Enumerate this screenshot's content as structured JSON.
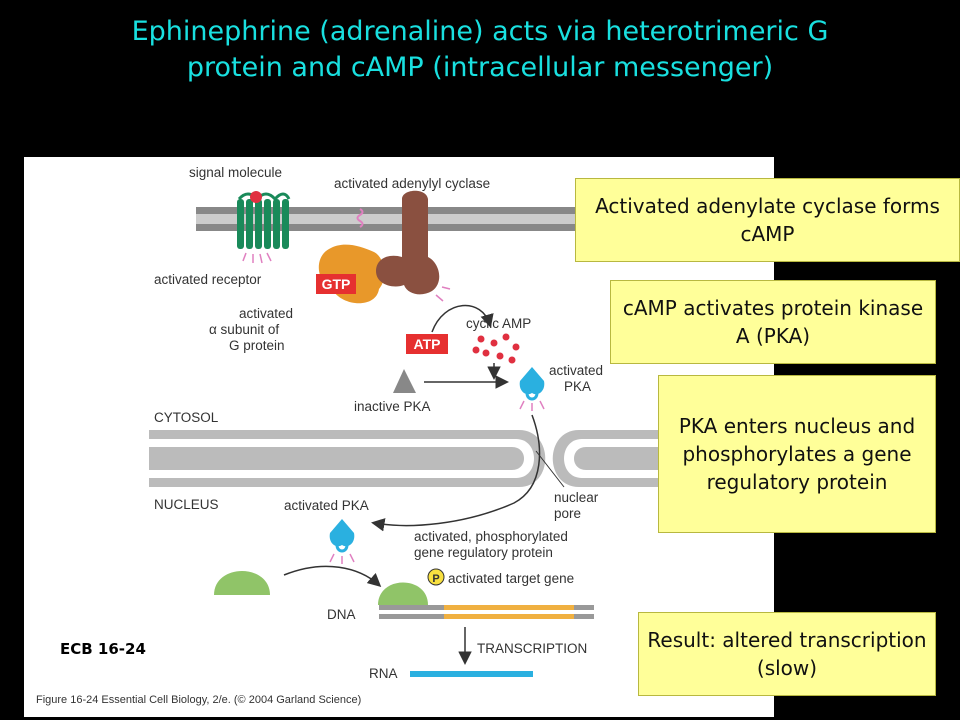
{
  "title": {
    "line1": "Ephinephrine (adrenaline) acts via heterotrimeric G",
    "line2": "protein and cAMP (intracellular messenger)"
  },
  "figure": {
    "signal_molecule": "signal molecule",
    "activated_adenylyl_cyclase": "activated adenylyl cyclase",
    "activated_receptor": "activated receptor",
    "gtp": "GTP",
    "alpha_line1": "activated",
    "alpha_line2": "α subunit of",
    "alpha_line3": "G protein",
    "atp": "ATP",
    "cyclic_amp": "cyclic AMP",
    "activated_pka_top_line1": "activated",
    "activated_pka_top_line2": "PKA",
    "inactive_pka": "inactive PKA",
    "cytosol": "CYTOSOL",
    "nucleus": "NUCLEUS",
    "nuclear_pore_line1": "nuclear",
    "nuclear_pore_line2": "pore",
    "activated_pka_nucleus": "activated PKA",
    "gene_reg_line1": "activated, phosphorylated",
    "gene_reg_line2": "gene regulatory protein",
    "p": "P",
    "activated_target_gene": "activated target gene",
    "dna": "DNA",
    "transcription": "TRANSCRIPTION",
    "rna": "RNA",
    "ecb": "ECB 16-24",
    "caption": "Figure 16-24  Essential Cell Biology, 2/e. (© 2004 Garland Science)"
  },
  "callouts": {
    "c1": "Activated adenylate cyclase forms cAMP",
    "c2": "cAMP activates protein kinase A (PKA)",
    "c3": "PKA enters nucleus and phosphorylates a gene regulatory protein",
    "c4": "Result: altered transcription (slow)"
  },
  "colors": {
    "title": "#19e0e0",
    "callout_bg": "#ffff99",
    "receptor": "#1a8a5a",
    "g_alpha": "#e8982a",
    "cyclase": "#8a5040",
    "pka": "#2ab0e0",
    "badge": "#e63030",
    "gene": "#f0b040"
  }
}
